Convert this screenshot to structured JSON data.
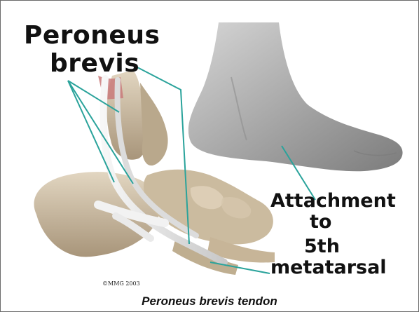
{
  "title": {
    "line1": "Peroneus",
    "line2": "brevis"
  },
  "attachment_label": {
    "line1": "Attachment",
    "line2": "to",
    "line3": "5th",
    "line4": "metatarsal"
  },
  "copyright": "©MMG 2003",
  "caption": "Peroneus brevis tendon",
  "colors": {
    "leader_line": "#2aa39b",
    "bone": "#c9b89d",
    "skin": "#a8a8a8",
    "tendon": "#e9e9e9",
    "muscle": "#c97a7a"
  }
}
